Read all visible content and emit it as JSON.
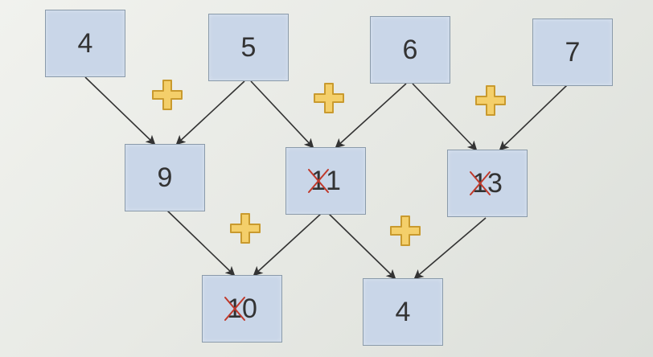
{
  "diagram": {
    "top_row": [
      "4",
      "5",
      "6",
      "7"
    ],
    "middle_row": [
      {
        "parts": [
          {
            "text": "9",
            "crossed": false
          }
        ]
      },
      {
        "parts": [
          {
            "text": "1",
            "crossed": true
          },
          {
            "text": "1",
            "crossed": false
          }
        ]
      },
      {
        "parts": [
          {
            "text": "1",
            "crossed": true
          },
          {
            "text": "3",
            "crossed": false
          }
        ]
      }
    ],
    "bottom_row": [
      {
        "parts": [
          {
            "text": "1",
            "crossed": true
          },
          {
            "text": "0",
            "crossed": false
          }
        ]
      },
      {
        "parts": [
          {
            "text": "4",
            "crossed": false
          }
        ]
      }
    ],
    "operator_symbol": "+",
    "colors": {
      "box_fill": "#c9d6e8",
      "box_border": "#8a9aaa",
      "arrow": "#333333",
      "plus_fill": "#f4cf6a",
      "plus_outline": "#c99a2e",
      "cross": "#c0392b"
    }
  }
}
